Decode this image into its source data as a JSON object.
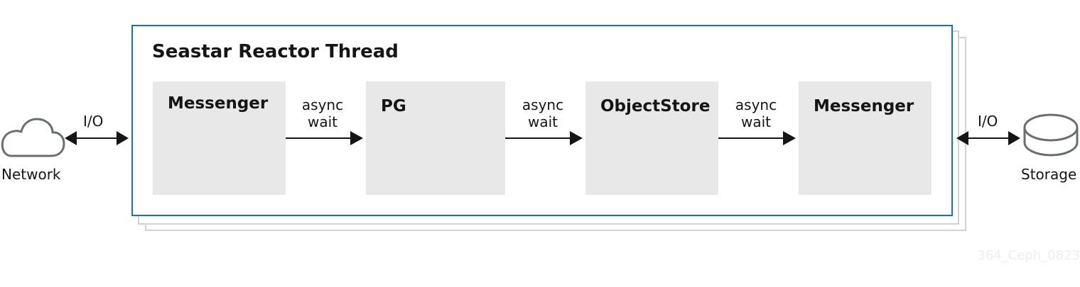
{
  "diagram": {
    "title": "Seastar Reactor Thread",
    "blocks": [
      {
        "label": "Messenger"
      },
      {
        "label": "PG"
      },
      {
        "label": "ObjectStore"
      },
      {
        "label": "Messenger"
      }
    ],
    "connectors": [
      {
        "line1": "async",
        "line2": "wait"
      },
      {
        "line1": "async",
        "line2": "wait"
      },
      {
        "line1": "async",
        "line2": "wait"
      }
    ],
    "left_io": {
      "label": "I/O",
      "endpoint": "Network",
      "icon": "cloud-icon"
    },
    "right_io": {
      "label": "I/O",
      "endpoint": "Storage",
      "icon": "storage-disk-icon"
    },
    "watermark": "364_Ceph_0823",
    "colors": {
      "frame_border": "#1f6fb3",
      "stack_border": "#d2d2d2",
      "block_fill": "#e8e8e8",
      "arrow": "#151515",
      "icon_stroke": "#6a6e73"
    }
  }
}
